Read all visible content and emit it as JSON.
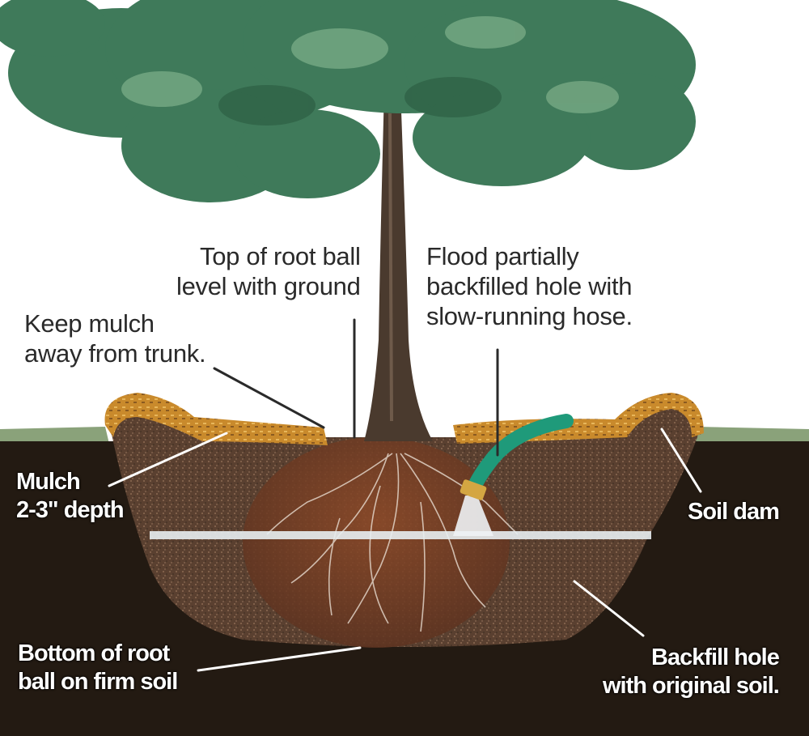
{
  "labels": {
    "root_ball_top": [
      "Top of root ball",
      "level with ground"
    ],
    "flood": [
      "Flood partially",
      "backfilled hole with",
      "slow-running hose."
    ],
    "keep_mulch": [
      "Keep mulch",
      "away from trunk."
    ],
    "mulch_depth": [
      "Mulch",
      "2-3\" depth"
    ],
    "soil_dam": [
      "Soil dam"
    ],
    "bottom_root_ball": [
      "Bottom of root",
      "ball on firm soil"
    ],
    "backfill": [
      "Backfill hole",
      "with original soil."
    ]
  },
  "colors": {
    "sky": "#ffffff",
    "ground": "#231a12",
    "backfill": "#5a4030",
    "root_ball": "#7a3e22",
    "mulch": "#d39a3a",
    "grass": "#7f9a6e",
    "foliage": "#3f7a5a",
    "trunk": "#4a3a2e",
    "hose": "#1f9a7a",
    "water": "#e8eef2"
  }
}
